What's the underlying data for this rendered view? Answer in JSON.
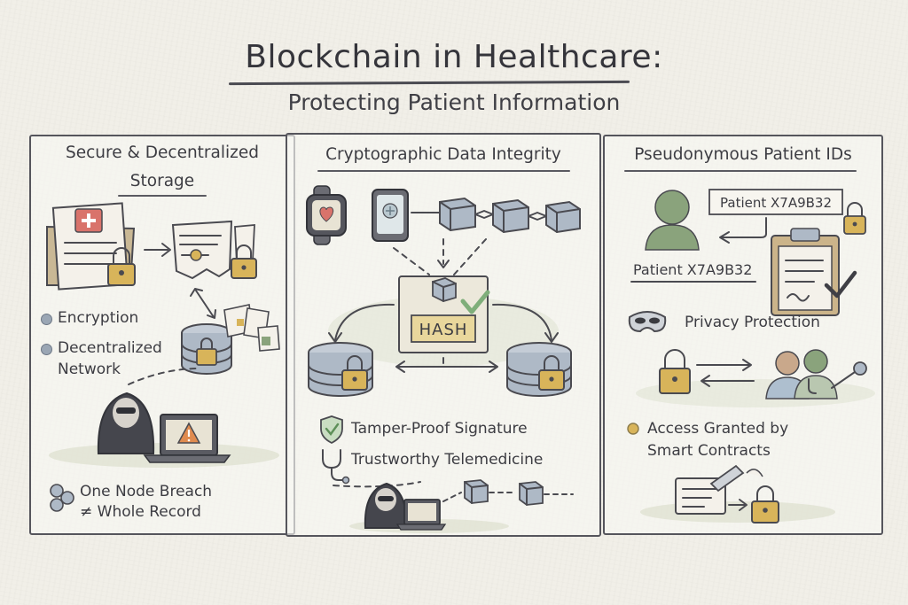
{
  "header": {
    "title": "Blockchain in Healthcare:",
    "subtitle": "Protecting Patient Information"
  },
  "panels": [
    {
      "title_line1": "Secure & Decentralized",
      "title_line2": "Storage",
      "bullets": [
        "Encryption",
        "Decentralized",
        "Network"
      ],
      "footer_line1": "One Node Breach",
      "footer_line2": "≠ Whole Record"
    },
    {
      "title": "Cryptographic Data Integrity",
      "hash_label": "HASH",
      "items": [
        "Tamper-Proof Signature",
        "Trustworthy Telemedicine"
      ]
    },
    {
      "title": "Pseudonymous Patient IDs",
      "id_box": "Patient X7A9B32",
      "id_label": "Patient X7A9B32",
      "privacy": "Privacy Protection",
      "access_line1": "Access Granted by",
      "access_line2": "Smart Contracts"
    }
  ],
  "colors": {
    "ink": "#4a4a50",
    "lock": "#d8b45a",
    "block": "#aeb9c6",
    "heart": "#d9736b",
    "check": "#7fae7a",
    "alert": "#e08b4f",
    "person": "#8aa37c"
  },
  "icons": [
    "medical-record-icon",
    "padlock-icon",
    "shredded-document-icon",
    "database-icon",
    "hacker-icon",
    "laptop-icon",
    "warning-icon",
    "smartwatch-icon",
    "heart-icon",
    "tablet-icon",
    "blockchain-block-icon",
    "hash-cube-icon",
    "checkmark-icon",
    "shield-check-icon",
    "stethoscope-icon",
    "patient-avatar-icon",
    "clipboard-icon",
    "mask-icon",
    "doctor-icon",
    "nodes-icon",
    "contract-icon"
  ]
}
